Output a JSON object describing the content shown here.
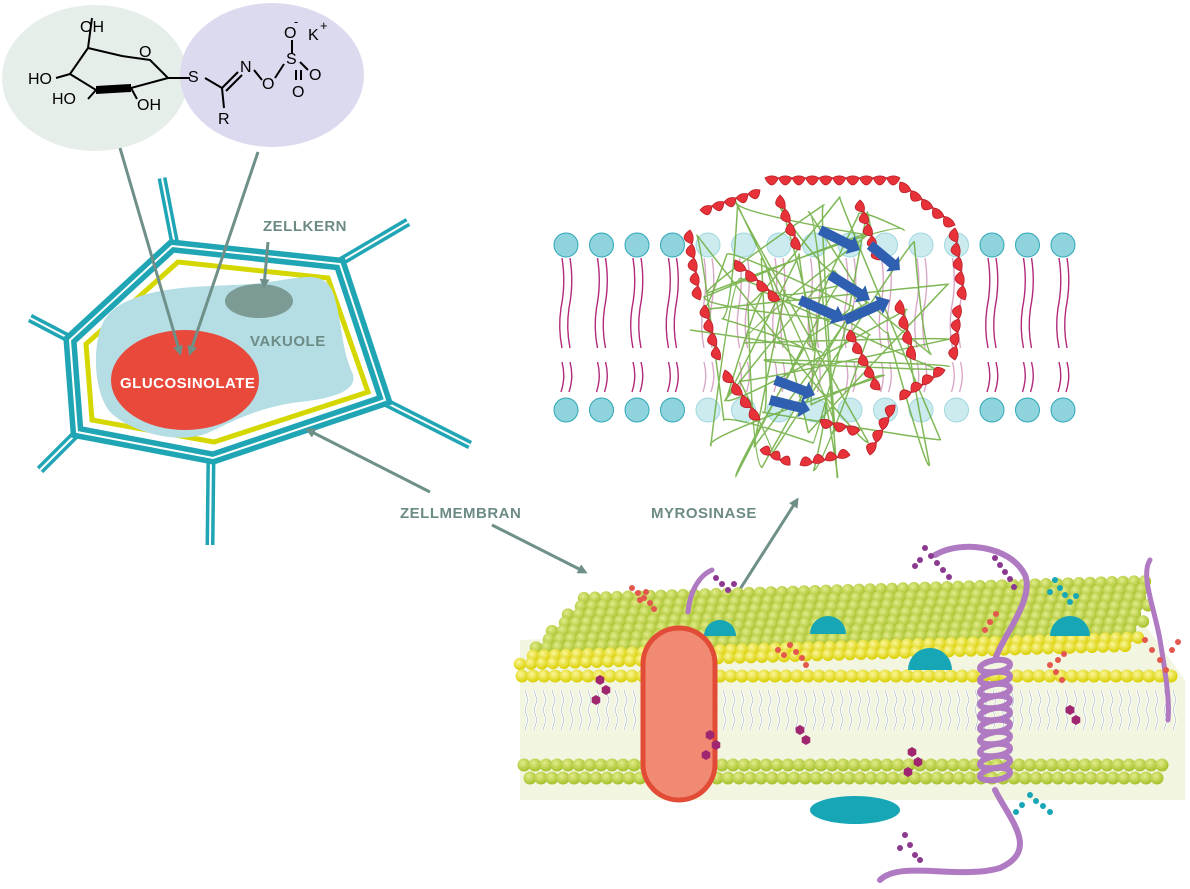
{
  "labels": {
    "zellkern": "ZELLKERN",
    "vakuole": "VAKUOLE",
    "glucosinolate": "GLUCOSINOLATE",
    "zellmembran": "ZELLMEMBRAN",
    "myrosinase": "MYROSINASE"
  },
  "chem": {
    "oh_top": "OH",
    "ho_left": "HO",
    "ho_low": "HO",
    "oh_bottom": "OH",
    "ring_o": "O",
    "s_link": "S",
    "n_atom": "N",
    "o_link": "O",
    "s_sulfur": "S",
    "o_minus": "O",
    "minus": "-",
    "o_right": "O",
    "o_bottom": "O",
    "k_plus": "K",
    "plus": "+",
    "r_group": "R"
  },
  "colors": {
    "label_gray": "#6d8b86",
    "arrow_gray": "#6f8f89",
    "cell_wall": "#20a5b5",
    "membrane_yellow": "#d4d800",
    "vacuole": "#b5dde4",
    "nucleus": "#7d9b95",
    "glucosinolate_red": "#e8493a",
    "helix_red": "#e8323a",
    "sheet_blue": "#2f5fb0",
    "coil_green": "#6aab3a",
    "head_teal": "#8fd3dc",
    "lipid_magenta": "#b2287a",
    "bilayer_lime": "#c7d93a",
    "bilayer_yellow": "#e9e10a",
    "protein_purple": "#b07ac2"
  }
}
